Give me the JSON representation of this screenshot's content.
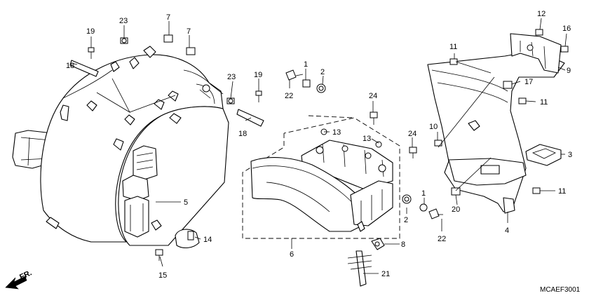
{
  "diagram": {
    "code": "MCAEF3001",
    "direction_label": "FR.",
    "callouts": {
      "c1a": "1",
      "c1b": "1",
      "c2a": "2",
      "c2b": "2",
      "c3": "3",
      "c4": "4",
      "c5": "5",
      "c6": "6",
      "c7a": "7",
      "c7b": "7",
      "c8": "8",
      "c9": "9",
      "c10": "10",
      "c11a": "11",
      "c11b": "11",
      "c11c": "11",
      "c12": "12",
      "c13a": "13",
      "c13b": "13",
      "c14": "14",
      "c15": "15",
      "c16": "16",
      "c17": "17",
      "c18a": "18",
      "c18b": "18",
      "c19a": "19",
      "c19b": "19",
      "c20": "20",
      "c21": "21",
      "c22a": "22",
      "c22b": "22",
      "c23a": "23",
      "c23b": "23",
      "c24a": "24",
      "c24b": "24"
    }
  }
}
